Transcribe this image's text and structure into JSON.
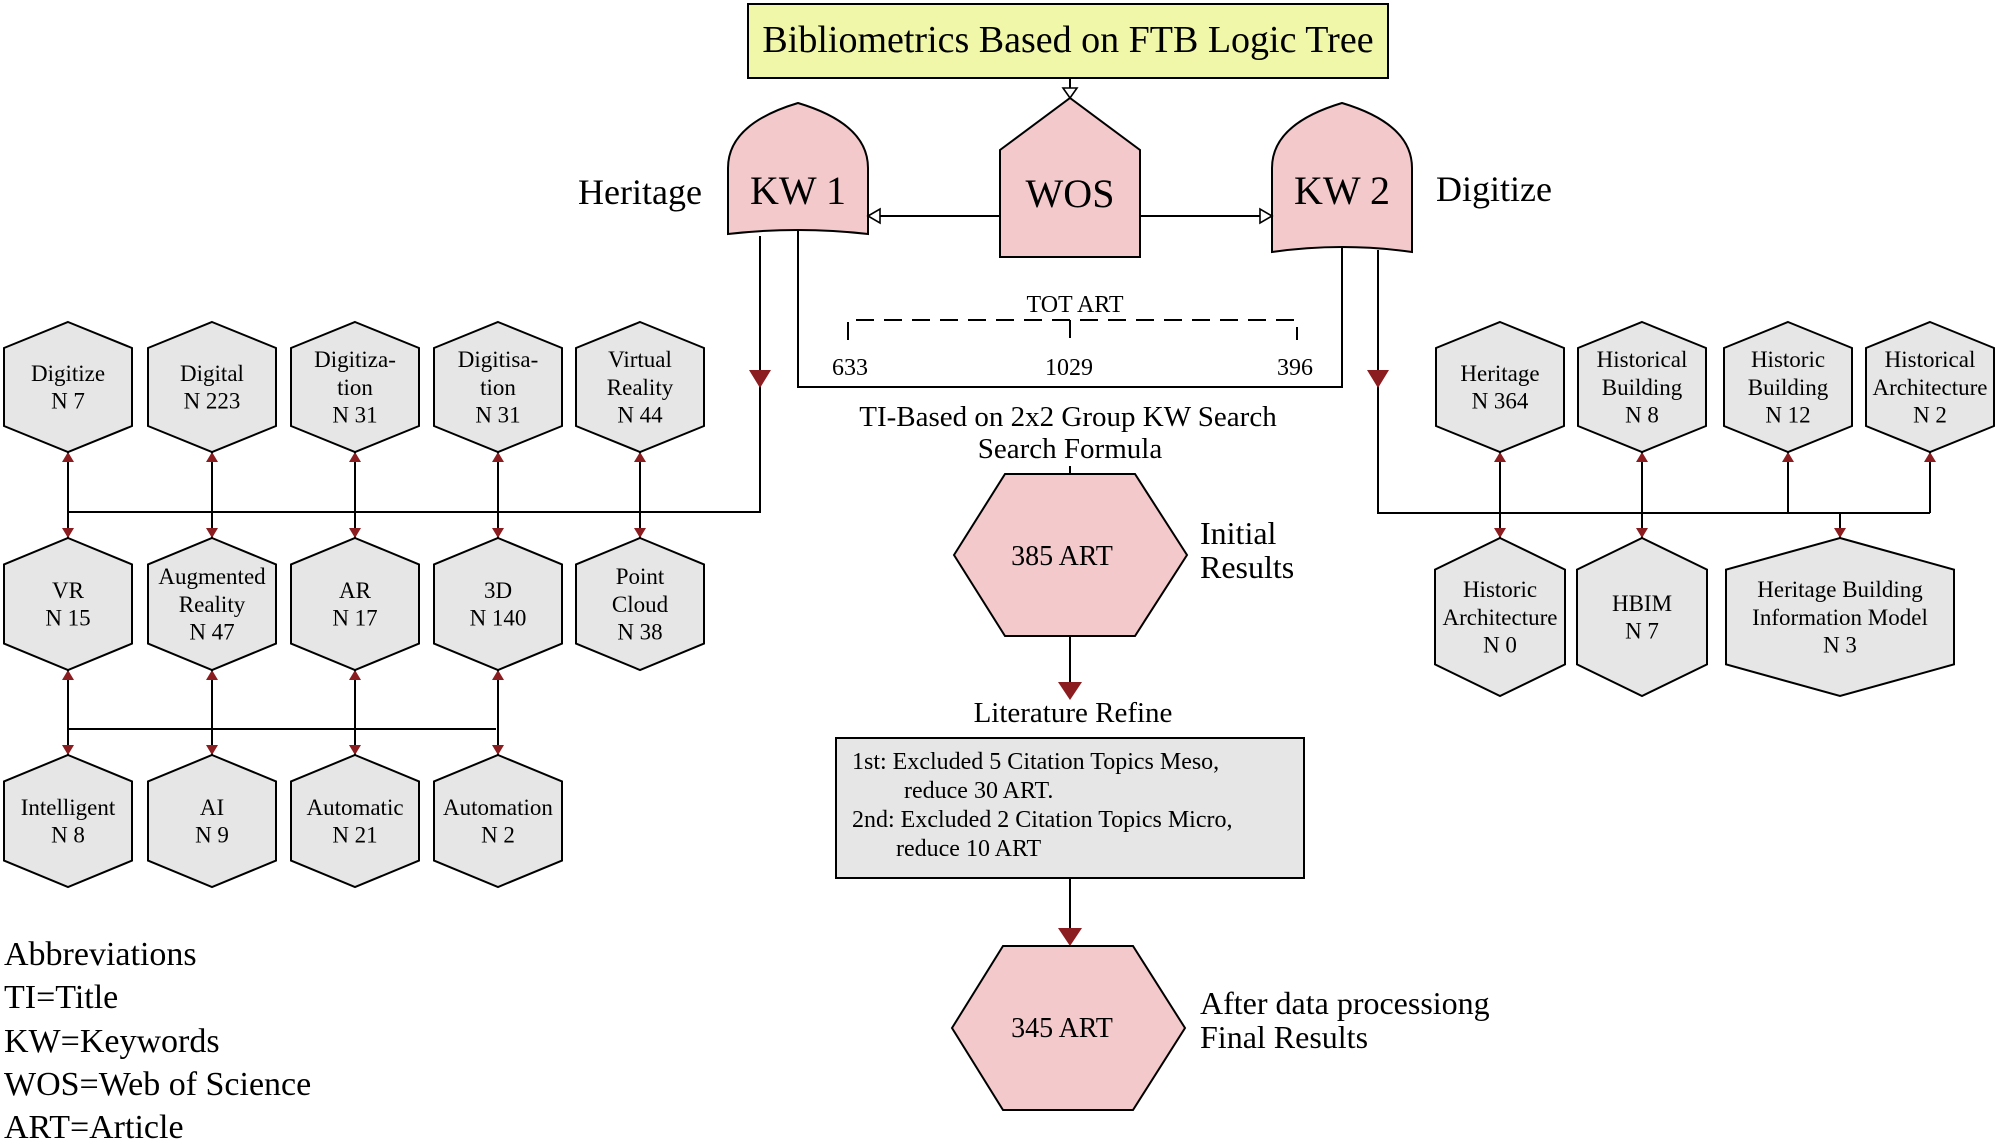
{
  "title": "Bibliometrics Based on FTB Logic Tree",
  "gates": {
    "kw1": "KW 1",
    "wos": "WOS",
    "kw2": "KW 2",
    "heritage_label": "Heritage",
    "digitize_label": "Digitize"
  },
  "tot_art": {
    "label": "TOT ART",
    "left": "633",
    "mid": "1029",
    "right": "396"
  },
  "search": {
    "line1": "TI-Based on 2x2 Group KW Search",
    "line2": "Search Formula"
  },
  "initial": {
    "value": "385 ART",
    "label1": "Initial",
    "label2": "Results"
  },
  "refine": {
    "label": "Literature Refine",
    "line1": "1st: Excluded 5 Citation Topics Meso,",
    "line2": "reduce 30 ART.",
    "line3": "2nd: Excluded 2 Citation Topics Micro,",
    "line4": "reduce 10 ART"
  },
  "final": {
    "value": "345 ART",
    "label1": "After data processiong",
    "label2": "Final Results"
  },
  "left_row1": [
    {
      "lines": [
        "Digitize",
        "N 7"
      ]
    },
    {
      "lines": [
        "Digital",
        "N 223"
      ]
    },
    {
      "lines": [
        "Digitiza-",
        "tion",
        "N 31"
      ]
    },
    {
      "lines": [
        "Digitisa-",
        "tion",
        "N 31"
      ]
    },
    {
      "lines": [
        "Virtual",
        "Reality",
        "N 44"
      ]
    }
  ],
  "left_row2": [
    {
      "lines": [
        "VR",
        "N 15"
      ]
    },
    {
      "lines": [
        "Augmented",
        "Reality",
        "N 47"
      ]
    },
    {
      "lines": [
        "AR",
        "N 17"
      ]
    },
    {
      "lines": [
        "3D",
        "N 140"
      ]
    },
    {
      "lines": [
        "Point",
        "Cloud",
        "N 38"
      ]
    }
  ],
  "left_row3": [
    {
      "lines": [
        "Intelligent",
        "N 8"
      ]
    },
    {
      "lines": [
        "AI",
        "N 9"
      ]
    },
    {
      "lines": [
        "Automatic",
        "N 21"
      ]
    },
    {
      "lines": [
        "Automation",
        "N 2"
      ]
    }
  ],
  "right_row1": [
    {
      "lines": [
        "Heritage",
        "N 364"
      ]
    },
    {
      "lines": [
        "Historical",
        "Building",
        "N 8"
      ]
    },
    {
      "lines": [
        "Historic",
        "Building",
        "N 12"
      ]
    },
    {
      "lines": [
        "Historical",
        "Architecture",
        "N 2"
      ]
    }
  ],
  "right_row2": [
    {
      "lines": [
        "Historic",
        "Architecture",
        "N 0"
      ]
    },
    {
      "lines": [
        "HBIM",
        "N 7"
      ]
    },
    {
      "lines": [
        "Heritage Building",
        "Information Model",
        "N 3"
      ]
    }
  ],
  "abbreviations": [
    "Abbreviations",
    "TI=Title",
    "KW=Keywords",
    "WOS=Web of Science",
    "ART=Article"
  ]
}
